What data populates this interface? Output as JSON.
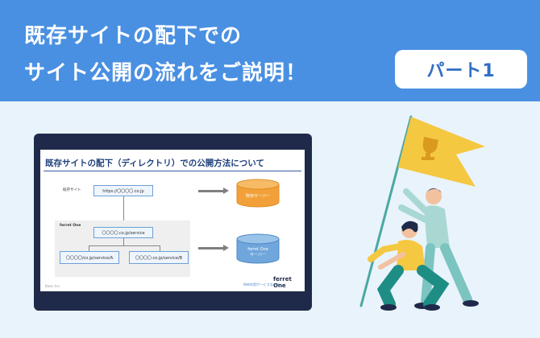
{
  "header": {
    "line1": "既存サイトの配下での",
    "line2": "サイト公開の流れをご説明！",
    "badge": "パート1"
  },
  "slide": {
    "title": "既存サイトの配下（ディレクトリ）での公開方法について",
    "existing_site_label": "既存サイト",
    "existing_url": "https://〇〇〇〇.co.jp",
    "existing_server": "既存サーバー",
    "ferret_one_label": "ferret One",
    "service_url": "〇〇〇〇.co.jp/service",
    "service_a": "〇〇〇〇/co.jp/service/A",
    "service_b": "〇〇〇〇.co.jp/service/B",
    "ferret_server_line1": "ferret One",
    "ferret_server_line2": "サーバー",
    "footer_left": "Basic Inc.",
    "footer_brand_small": "Web利用サービスならば",
    "footer_brand": "ferret One"
  },
  "colors": {
    "header_bg": "#4a90e2",
    "page_bg": "#e9f3fb",
    "badge_text": "#2f6fc4",
    "panel_bg": "#1f2a4a",
    "existing_server": "#f2a13a",
    "ferret_server": "#6fa6dc",
    "flag": "#f5c842",
    "trophy": "#d99a1e"
  }
}
